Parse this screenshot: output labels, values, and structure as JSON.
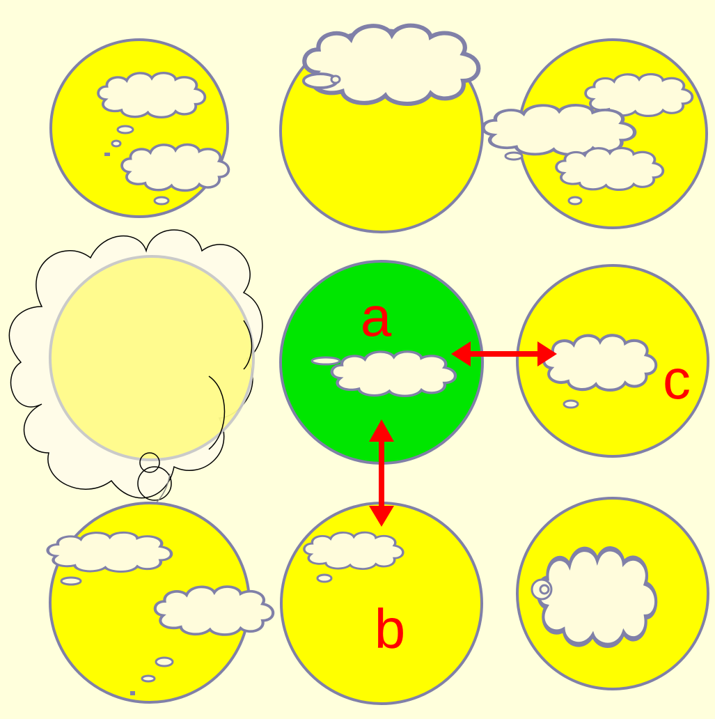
{
  "colors": {
    "background": "#ffffdc",
    "circle_fill": "#ffff00",
    "circle_highlight": "#00e600",
    "circle_stroke": "#8080a8",
    "cloud_fill": "#fffcdc",
    "cloud_stroke": "#8080a8",
    "arrow": "#ff0000",
    "label_text": "#ff0000",
    "faded_circle": "#fffb8a",
    "faded_stroke": "#c8c8c8",
    "big_cloud_stroke": "#000000"
  },
  "labels": {
    "a": "a",
    "b": "b",
    "c": "c"
  },
  "grid": {
    "rows": 3,
    "cols": 3,
    "highlighted": "middle-center",
    "faded": "middle-left"
  },
  "relations": [
    {
      "from": "a",
      "to": "c",
      "direction": "horizontal",
      "style": "double-headed-arrow"
    },
    {
      "from": "a",
      "to": "b",
      "direction": "vertical",
      "style": "double-headed-arrow"
    }
  ]
}
